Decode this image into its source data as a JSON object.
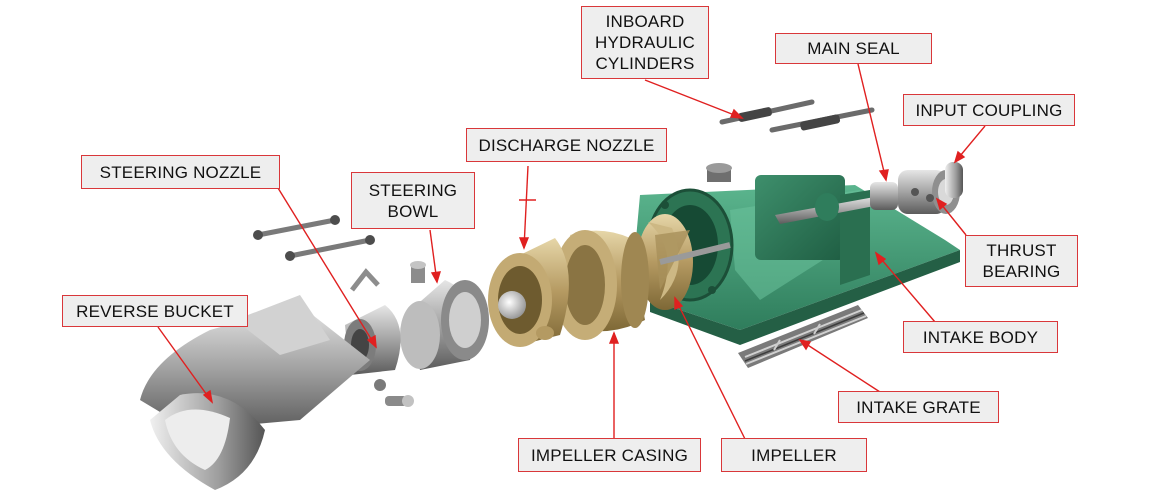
{
  "diagram": {
    "colors": {
      "label_bg": "#eeeeee",
      "label_border": "#d9373a",
      "leader": "#e02020",
      "intake_green": "#3f9874",
      "bronze": "#b8a273",
      "steel": "#a7a7a7"
    },
    "labels": {
      "inboard_hydraulic_cylinders": "INBOARD\nHYDRAULIC\nCYLINDERS",
      "main_seal": "MAIN SEAL",
      "input_coupling": "INPUT COUPLING",
      "discharge_nozzle": "DISCHARGE NOZZLE",
      "steering_nozzle": "STEERING NOZZLE",
      "steering_bowl": "STEERING\nBOWL",
      "thrust_bearing": "THRUST\nBEARING",
      "reverse_bucket": "REVERSE BUCKET",
      "intake_body": "INTAKE BODY",
      "intake_grate": "INTAKE GRATE",
      "impeller_casing": "IMPELLER CASING",
      "impeller": "IMPELLER"
    }
  }
}
